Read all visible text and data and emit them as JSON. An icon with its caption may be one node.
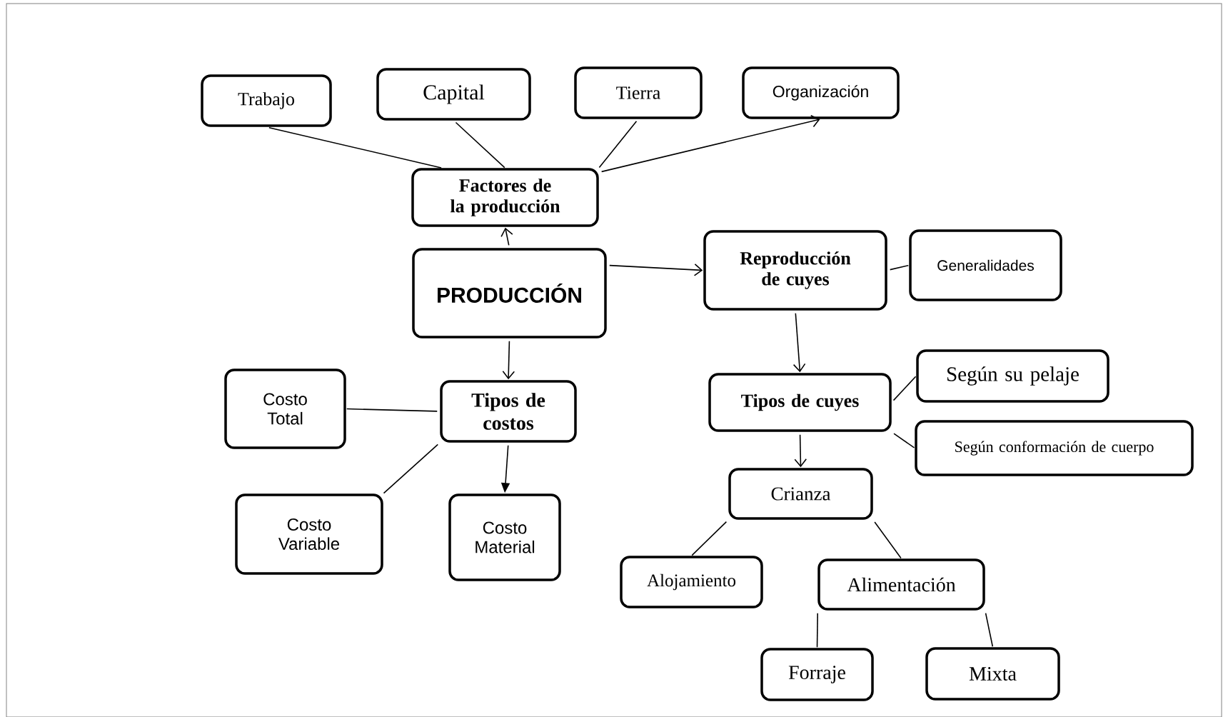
{
  "diagram": {
    "nodes": [
      {
        "text": [
          "Trabajo"
        ]
      },
      {
        "text": [
          "Capital"
        ]
      },
      {
        "text": [
          "Tierra"
        ]
      },
      {
        "text": [
          "Organización"
        ]
      },
      {
        "text": [
          "Factores de la producción"
        ]
      },
      {
        "text": [
          "PRODUCCIÓN"
        ]
      },
      {
        "text": [
          "Reproducción de cuyes"
        ]
      },
      {
        "text": [
          "Generalidades"
        ]
      },
      {
        "text": [
          "Costo Total"
        ]
      },
      {
        "text": [
          "Tipos de costos"
        ]
      },
      {
        "text": [
          "Costo Variable"
        ]
      },
      {
        "text": [
          "Costo Material"
        ]
      },
      {
        "text": [
          "Tipos de cuyes"
        ]
      },
      {
        "text": [
          "Según su pelaje"
        ]
      },
      {
        "text": [
          "Según conformación de cuerpo"
        ]
      },
      {
        "text": [
          "Crianza"
        ]
      },
      {
        "text": [
          "Alojamiento"
        ]
      },
      {
        "text": [
          "Alimentación"
        ]
      },
      {
        "text": [
          "Forraje"
        ]
      },
      {
        "text": [
          "Mixta"
        ]
      }
    ],
    "edges": [
      {
        "from": 0,
        "to": 4,
        "arrow": "none"
      },
      {
        "from": 1,
        "to": 4,
        "arrow": "none"
      },
      {
        "from": 2,
        "to": 4,
        "arrow": "none"
      },
      {
        "from": 4,
        "to": 3,
        "arrow": "to"
      },
      {
        "from": 5,
        "to": 4,
        "arrow": "to"
      },
      {
        "from": 5,
        "to": 6,
        "arrow": "to"
      },
      {
        "from": 5,
        "to": 9,
        "arrow": "to"
      },
      {
        "from": 9,
        "to": 8,
        "arrow": "none"
      },
      {
        "from": 9,
        "to": 10,
        "arrow": "none"
      },
      {
        "from": 9,
        "to": 11,
        "arrow": "to"
      },
      {
        "from": 6,
        "to": 7,
        "arrow": "none"
      },
      {
        "from": 6,
        "to": 12,
        "arrow": "to"
      },
      {
        "from": 12,
        "to": 13,
        "arrow": "none"
      },
      {
        "from": 12,
        "to": 14,
        "arrow": "none"
      },
      {
        "from": 12,
        "to": 15,
        "arrow": "to"
      },
      {
        "from": 15,
        "to": 16,
        "arrow": "none"
      },
      {
        "from": 15,
        "to": 17,
        "arrow": "none"
      },
      {
        "from": 17,
        "to": 18,
        "arrow": "none"
      },
      {
        "from": 17,
        "to": 19,
        "arrow": "none"
      }
    ]
  }
}
